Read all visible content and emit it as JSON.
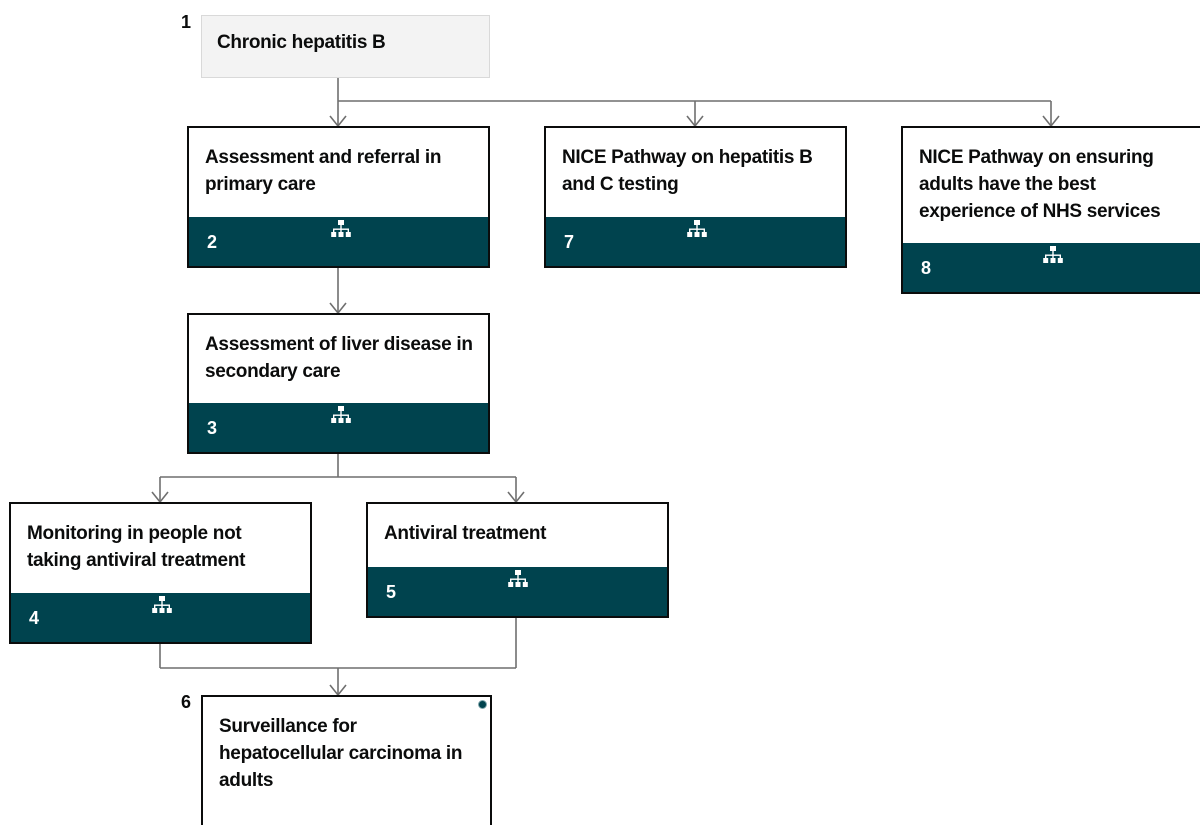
{
  "colors": {
    "bar": "#00434e",
    "connector": "#6f6f6f",
    "border": "#0b0c0c",
    "start_bg": "#f3f3f3"
  },
  "steps": {
    "s1": {
      "num": "1",
      "title": "Chronic hepatitis B"
    },
    "s2": {
      "num": "2",
      "title": "Assessment and referral in primary care"
    },
    "s3": {
      "num": "3",
      "title": "Assessment of liver disease in secondary care"
    },
    "s4": {
      "num": "4",
      "title": "Monitoring in people not taking antiviral treatment"
    },
    "s5": {
      "num": "5",
      "title": "Antiviral treatment"
    },
    "s6": {
      "num": "6",
      "title": "Surveillance for hepatocellular carcinoma in adults"
    },
    "s7": {
      "num": "7",
      "title": "NICE Pathway on hepatitis B and C testing"
    },
    "s8": {
      "num": "8",
      "title": "NICE Pathway on ensuring adults have the best experience of NHS services"
    }
  },
  "icons": {
    "pathway_icon": "sitemap-icon",
    "info_icon": "dot-icon"
  }
}
